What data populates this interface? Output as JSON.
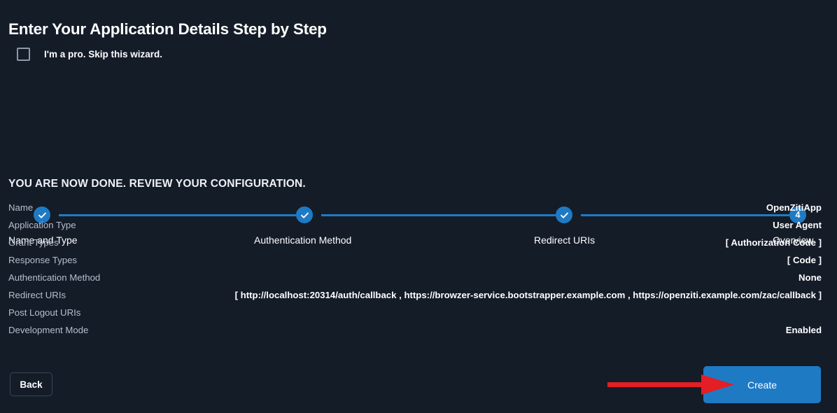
{
  "page": {
    "title": "Enter Your Application Details Step by Step",
    "background_color": "#141c28",
    "accent_color": "#1f7ac4",
    "annotation_color": "#e31e24"
  },
  "skip_wizard": {
    "label": "I'm a pro. Skip this wizard.",
    "checked": false
  },
  "stepper": {
    "steps": [
      {
        "label": "Name and Type",
        "state": "complete",
        "marker": "check-icon"
      },
      {
        "label": "Authentication Method",
        "state": "complete",
        "marker": "check-icon"
      },
      {
        "label": "Redirect URIs",
        "state": "complete",
        "marker": "check-icon"
      },
      {
        "label": "Overview",
        "state": "current",
        "marker": "4"
      }
    ]
  },
  "review": {
    "heading": "YOU ARE NOW DONE. REVIEW YOUR CONFIGURATION.",
    "rows": [
      {
        "label": "Name",
        "value": "OpenZitiApp"
      },
      {
        "label": "Application Type",
        "value": "User Agent"
      },
      {
        "label": "Grant Types",
        "value": "[ Authorization Code ]"
      },
      {
        "label": "Response Types",
        "value": "[ Code ]"
      },
      {
        "label": "Authentication Method",
        "value": "None"
      },
      {
        "label": "Redirect URIs",
        "value": "[ http://localhost:20314/auth/callback , https://browzer-service.bootstrapper.example.com , https://openziti.example.com/zac/callback ]"
      },
      {
        "label": "Post Logout URIs",
        "value": ""
      },
      {
        "label": "Development Mode",
        "value": "Enabled"
      }
    ]
  },
  "footer": {
    "back_label": "Back",
    "create_label": "Create"
  }
}
